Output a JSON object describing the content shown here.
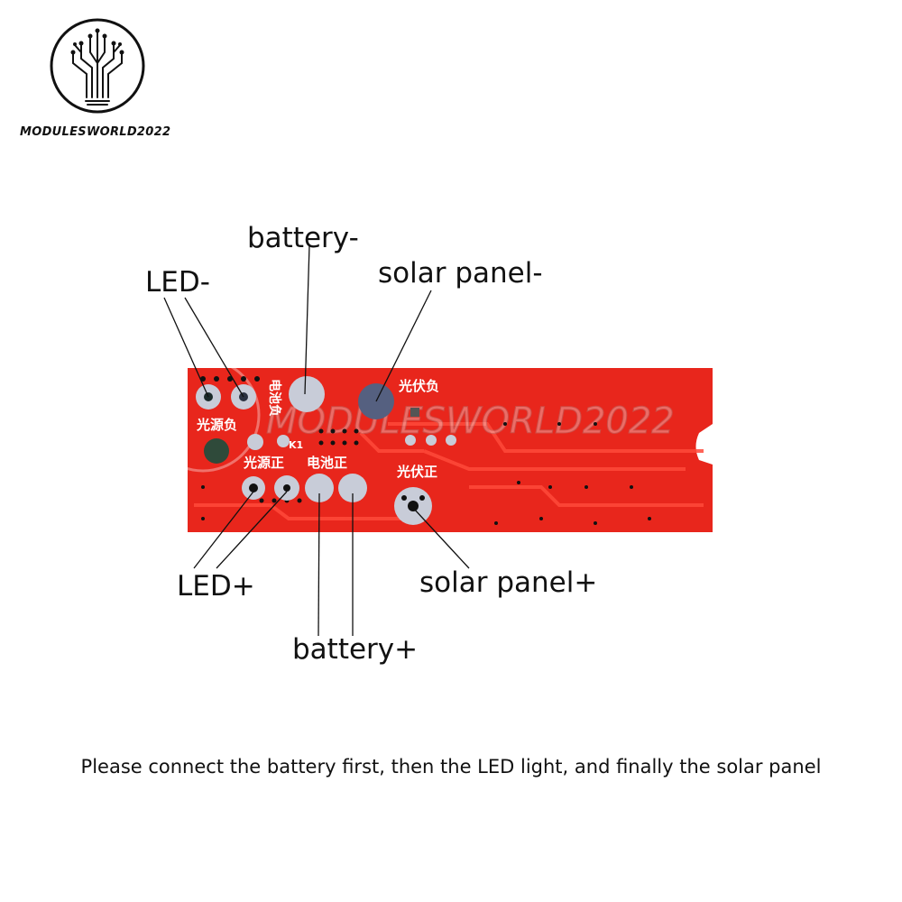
{
  "brand": {
    "name": "MODULESWORLD2022",
    "watermark": "MODULESWORLD2022",
    "logo_icon": "circuit-tree-icon"
  },
  "board": {
    "color": "#e8261c",
    "silkscreen_color": "#ffffff",
    "pad_color": "#c8ccd8",
    "silkscreen": {
      "led_neg": "光源负",
      "bat_neg": "电池负",
      "pv_neg": "光伏负",
      "k1": "K1",
      "led_pos": "光源正",
      "bat_pos": "电池正",
      "pv_pos": "光伏正"
    }
  },
  "labels": {
    "battery_neg": "battery-",
    "solar_neg": "solar panel-",
    "led_neg": "LED-",
    "led_pos": "LED+",
    "solar_pos": "solar panel+",
    "battery_pos": "battery+"
  },
  "caption": "Please connect the battery first, then the LED light, and finally the solar panel"
}
